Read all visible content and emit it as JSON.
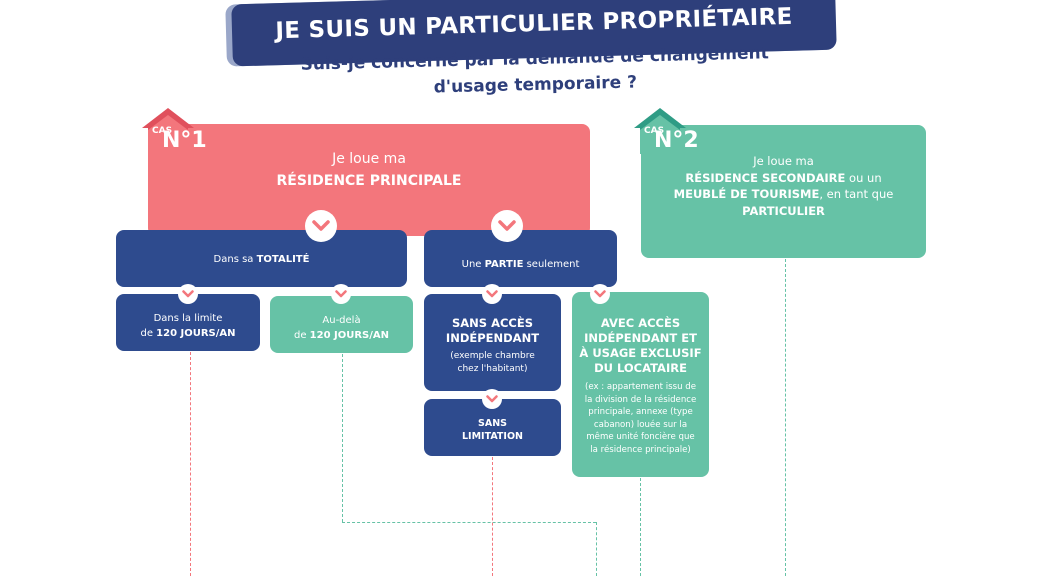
{
  "header": {
    "title": "JE SUIS UN PARTICULIER PROPRIÉTAIRE",
    "subtitle_line1": "Suis-je concerné par la demande de changement",
    "subtitle_line2": "d'usage temporaire ?"
  },
  "cas1": {
    "badge_cas": "CAS",
    "badge_num": "N°1",
    "line1": "Je loue ma",
    "line2": "RÉSIDENCE PRINCIPALE",
    "totalite_pre": "Dans sa ",
    "totalite_bold": "TOTALITÉ",
    "partie_pre": "Une ",
    "partie_bold": "PARTIE",
    "partie_post": " seulement",
    "limite_line1": "Dans la limite",
    "limite_pre": "de ",
    "limite_bold": "120 JOURS/AN",
    "audela_line1": "Au-delà",
    "audela_pre": "de ",
    "audela_bold": "120 JOURS/AN",
    "sans_acces_line1": "SANS ACCÈS",
    "sans_acces_line2": "INDÉPENDANT",
    "sans_acces_note1": "(exemple chambre",
    "sans_acces_note2": "chez l'habitant)",
    "sans_limitation_line1": "SANS",
    "sans_limitation_line2": "LIMITATION",
    "avec_acces_line1": "AVEC ACCÈS",
    "avec_acces_line2": "INDÉPENDANT ET",
    "avec_acces_line3": "À USAGE EXCLUSIF",
    "avec_acces_line4": "DU LOCATAIRE",
    "avec_note1": "(ex : appartement issu de",
    "avec_note2": "la division de la résidence",
    "avec_note3": "principale, annexe (type",
    "avec_note4": "cabanon) louée sur la",
    "avec_note5": "même unité foncière que",
    "avec_note6": "la résidence principale)"
  },
  "cas2": {
    "badge_cas": "CAS",
    "badge_num": "N°2",
    "line1": "Je loue ma",
    "line2_bold": "RÉSIDENCE SECONDAIRE",
    "line2_post": " ou un",
    "line3_bold": "MEUBLÉ DE TOURISME",
    "line3_post": ", en tant que",
    "line4": "PARTICULIER"
  },
  "colors": {
    "navy": "#2e4b8e",
    "title_navy": "#2e3f7b",
    "coral": "#f3767c",
    "mint": "#66c2a6"
  }
}
